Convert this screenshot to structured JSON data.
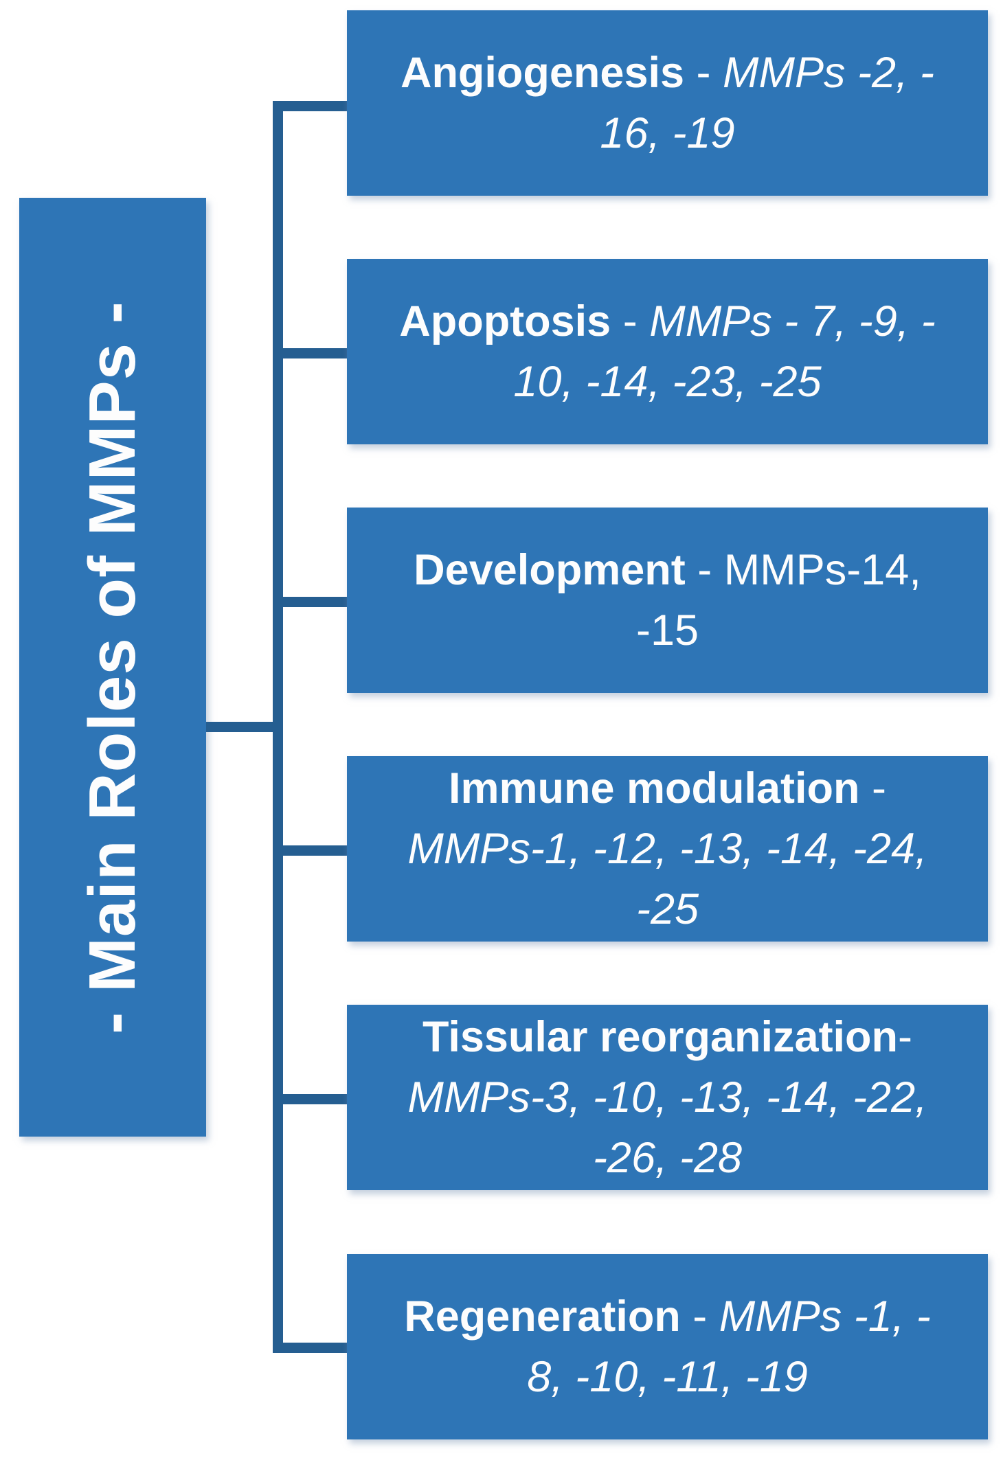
{
  "diagram": {
    "title": "- Main Roles of MMPs -",
    "colors": {
      "box_fill": "#2e75b6",
      "connector": "#255e91",
      "text": "#fdfdfd"
    },
    "boxes": [
      {
        "role": "Angiogenesis",
        "separator": " - ",
        "mmps": "MMPs -2, -\n16, -19",
        "mmps_italic": true
      },
      {
        "role": "Apoptosis",
        "separator": " - ",
        "mmps": "MMPs - 7, -9, -\n10, -14, -23, -25",
        "mmps_italic": true
      },
      {
        "role": "Development",
        "separator": " - ",
        "mmps": "MMPs-14,\n-15",
        "mmps_italic": false
      },
      {
        "role": "Immune modulation",
        "separator": " -",
        "mmps": "\nMMPs-1, -12, -13, -14, -24,\n-25",
        "mmps_italic": true
      },
      {
        "role": "Tissular reorganization",
        "separator": "-",
        "mmps": "\nMMPs-3, -10, -13, -14, -22,\n-26, -28",
        "mmps_italic": true
      },
      {
        "role": "Regeneration",
        "separator": " - ",
        "mmps": "MMPs -1, -\n8, -10, -11, -19",
        "mmps_italic": true
      }
    ]
  }
}
